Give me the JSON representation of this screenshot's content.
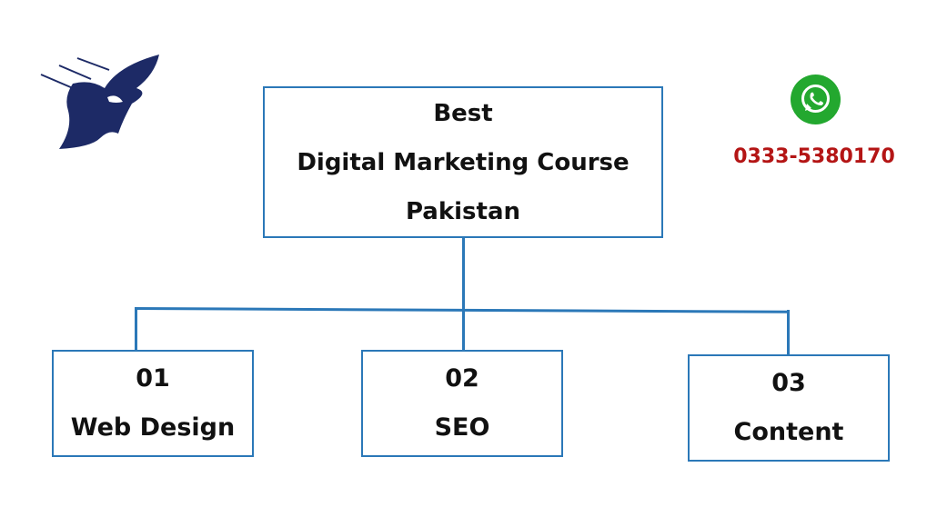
{
  "main": {
    "line1": "Best",
    "line2": "Digital Marketing Course",
    "line3": "Pakistan"
  },
  "children": [
    {
      "number": "01",
      "label": "Web Design"
    },
    {
      "number": "02",
      "label": "SEO"
    },
    {
      "number": "03",
      "label": "Content"
    }
  ],
  "contact": {
    "phone": "0333-5380170",
    "icon": "whatsapp-icon"
  },
  "colors": {
    "border": "#2b78b8",
    "phone": "#b41515",
    "whatsapp": "#23a82f",
    "logo": "#1d2a66"
  }
}
